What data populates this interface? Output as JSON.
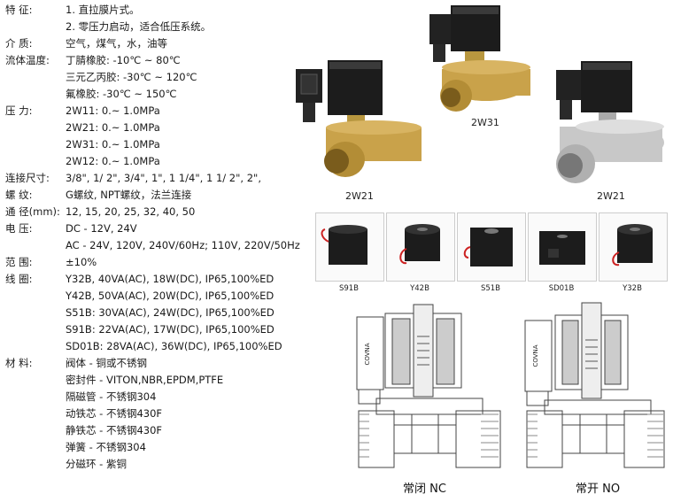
{
  "specs": [
    {
      "label": "特 征:",
      "value": "1. 直拉膜片式。"
    },
    {
      "label": "",
      "value": "2. 零压力启动，适合低压系统。"
    },
    {
      "label": "介 质:",
      "value": "空气，煤气，水，油等"
    },
    {
      "label": "流体温度:",
      "value": "丁腈橡胶: -10℃ ~ 80℃"
    },
    {
      "label": "",
      "value": "三元乙丙胶: -30℃ ~ 120℃"
    },
    {
      "label": "",
      "value": "氟橡胶: -30℃ ~ 150℃"
    },
    {
      "label": "压 力:",
      "value": "2W11: 0.~ 1.0MPa"
    },
    {
      "label": "",
      "value": "2W21: 0.~ 1.0MPa"
    },
    {
      "label": "",
      "value": "2W31: 0.~ 1.0MPa"
    },
    {
      "label": "",
      "value": "2W12: 0.~ 1.0MPa"
    },
    {
      "label": "连接尺寸:",
      "value": "3/8\", 1/ 2\", 3/4\", 1\", 1 1/4\", 1 1/ 2\", 2\","
    },
    {
      "label": "螺 纹:",
      "value": "G螺纹, NPT螺纹，法兰连接"
    },
    {
      "label": "通 径(mm):",
      "value": "12, 15, 20, 25, 32, 40, 50"
    },
    {
      "label": "电 压:",
      "value": "DC - 12V, 24V"
    },
    {
      "label": "",
      "value": "AC - 24V, 120V, 240V/60Hz; 110V, 220V/50Hz"
    },
    {
      "label": "范 围:",
      "value": "±10%"
    },
    {
      "label": "线 圈:",
      "value": "Y32B, 40VA(AC), 18W(DC), IP65,100%ED"
    },
    {
      "label": "",
      "value": "Y42B, 50VA(AC), 20W(DC), IP65,100%ED"
    },
    {
      "label": "",
      "value": "S51B: 30VA(AC), 24W(DC), IP65,100%ED"
    },
    {
      "label": "",
      "value": "S91B: 22VA(AC), 17W(DC), IP65,100%ED"
    },
    {
      "label": "",
      "value": "SD01B: 28VA(AC), 36W(DC), IP65,100%ED"
    },
    {
      "label": "材 料:",
      "value": "阀体 - 铜或不锈钢"
    },
    {
      "label": "",
      "value": "密封件 - VITON,NBR,EPDM,PTFE"
    },
    {
      "label": "",
      "value": "隔磁管 - 不锈钢304"
    },
    {
      "label": "",
      "value": "动铁芯 - 不锈钢430F"
    },
    {
      "label": "",
      "value": "静铁芯 - 不锈钢430F"
    },
    {
      "label": "",
      "value": "弹簧 - 不锈钢304"
    },
    {
      "label": "",
      "value": "分磁环 - 紫铜"
    }
  ],
  "valves": {
    "left": "2W21",
    "center": "2W31",
    "right": "2W21"
  },
  "coils": [
    "S91B",
    "Y42B",
    "S51B",
    "SD01B",
    "Y32B"
  ],
  "diagrams": {
    "nc": "常闭 NC",
    "no": "常开 NO",
    "brand": "COVNA"
  },
  "colors": {
    "brass": "#c9a24a",
    "steel": "#c8c8c8",
    "coil": "#1c1c1c"
  }
}
